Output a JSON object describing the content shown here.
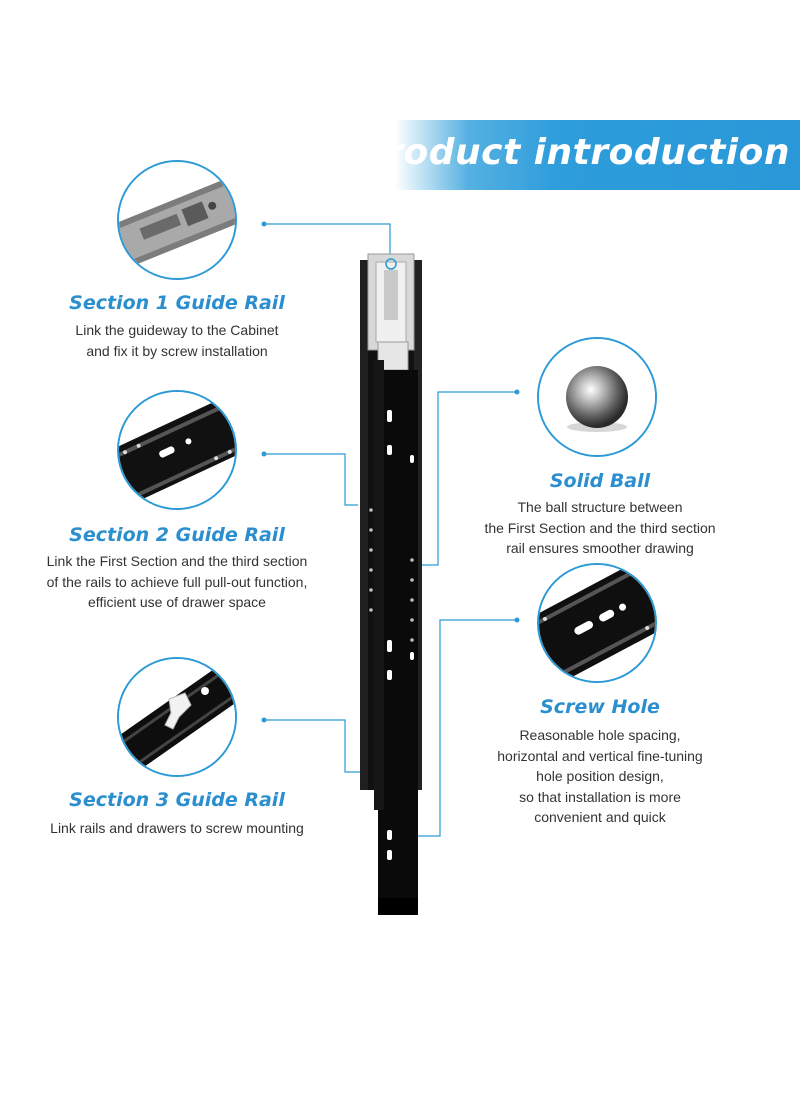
{
  "banner": {
    "title": "Product introduction"
  },
  "left_sections": [
    {
      "title": "Section 1 Guide Rail",
      "lines": [
        "Link the guideway to the Cabinet",
        "and fix it by screw installation"
      ]
    },
    {
      "title": "Section 2 Guide Rail",
      "lines": [
        "Link the First Section and the third section",
        "of the rails to achieve full pull-out function,",
        "efficient use of drawer space"
      ]
    },
    {
      "title": "Section 3 Guide Rail",
      "lines": [
        "Link rails and drawers to screw mounting"
      ]
    }
  ],
  "right_sections": [
    {
      "title": "Solid Ball",
      "lines": [
        "The ball structure between",
        "the First Section and the third section",
        "rail ensures smoother drawing"
      ]
    },
    {
      "title": "Screw Hole",
      "lines": [
        "Reasonable hole spacing,",
        "horizontal and vertical fine-tuning",
        "hole position design,",
        "so that installation is more",
        "convenient and quick"
      ]
    }
  ],
  "colors": {
    "accent": "#2b9ad6",
    "title": "#2b8fcf",
    "text": "#333333",
    "rail": "#0d0d0d"
  },
  "icons": [
    "section1-rail-closeup",
    "section2-rail-closeup",
    "section3-rail-closeup",
    "steel-ball",
    "screw-hole-closeup",
    "drawer-slide-rail"
  ]
}
